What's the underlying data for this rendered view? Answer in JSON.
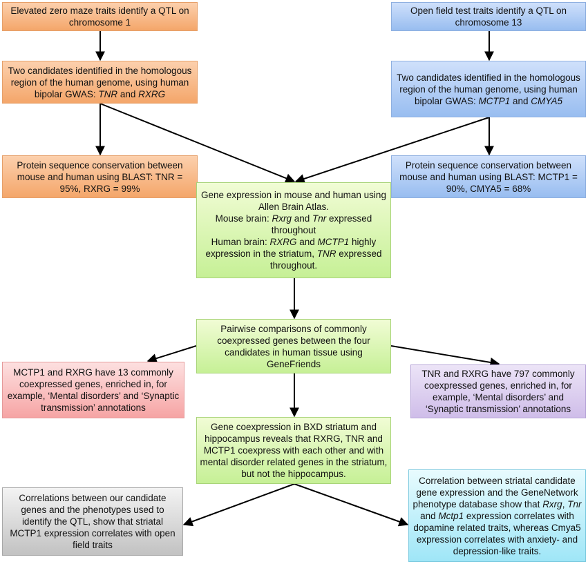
{
  "boxes": {
    "qtl_chr1": [
      "Elevated zero maze traits identify a QTL on chromosome 1"
    ],
    "qtl_chr13": [
      "Open field test traits identify a QTL on chromosome 13"
    ],
    "candidates_tnr_rxrg": [
      "Two candidates identified in the homologous region of the human genome, using human bipolar GWAS: ",
      "TNR",
      " and ",
      "RXRG"
    ],
    "candidates_mctp1_cmya5": [
      "Two candidates identified in the homologous region of the human genome, using human bipolar GWAS: ",
      "MCTP1",
      " and ",
      "CMYA5"
    ],
    "blast_left": [
      "Protein sequence conservation between mouse and human using BLAST: TNR = 95%, RXRG = 99%"
    ],
    "blast_right": [
      "Protein sequence conservation between mouse and human using BLAST: MCTP1 = 90%, CMYA5 = 68%"
    ],
    "allen_atlas": [
      "Gene expression in mouse and human using Allen Brain Atlas.",
      "Mouse brain: ",
      "Rxrg",
      " and ",
      "Tnr",
      " expressed throughout",
      "Human brain: ",
      "RXRG",
      " and ",
      "MCTP1",
      " highly expression in the striatum, ",
      "TNR",
      " expressed throughout."
    ],
    "pairwise": [
      "Pairwise comparisons of commonly coexpressed genes between the four candidates in human tissue using GeneFriends"
    ],
    "mctp1_rxrg": [
      "MCTP1 and RXRG have 13 commonly coexpressed genes, enriched in, for example, ‘Mental disorders’ and ‘Synaptic transmission’ annotations"
    ],
    "tnr_rxrg": [
      "TNR and RXRG have 797 commonly coexpressed genes, enriched in, for example, ‘Mental disorders’ and ‘Synaptic transmission’ annotations"
    ],
    "bxd": [
      "Gene coexpression in BXD striatum and hippocampus reveals that RXRG, TNR and MCTP1 coexpress with each other and with mental disorder related genes in the striatum, but not the hippocampus."
    ],
    "correlations_qtl": [
      "Correlations between our candidate genes and the phenotypes used to identify the QTL, show that striatal MCTP1 expression correlates with open field traits"
    ],
    "genenetwork": [
      "Correlation between striatal candidate gene expression and the GeneNetwork phenotype database show that ",
      "Rxrg",
      ", ",
      "Tnr",
      " and ",
      "Mctp1",
      " expression correlates with dopamine related traits, whereas Cmya5 expression correlates with anxiety- and depression-like traits."
    ]
  },
  "colors": {
    "orange": "#f4a66a",
    "blue": "#98bdf0",
    "green": "#c6f096",
    "red": "#f6a4a4",
    "purple": "#cfbde9",
    "gray": "#c2c2c2",
    "cyan": "#9fe6f7",
    "arrow": "#000000"
  }
}
